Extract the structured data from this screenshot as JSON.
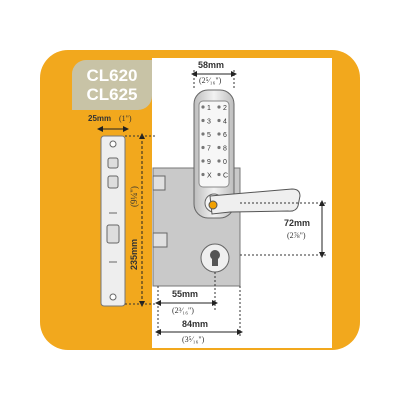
{
  "models": [
    "CL620",
    "CL625"
  ],
  "dimensions": {
    "faceplate_width": {
      "metric": "25mm",
      "imperial": "(1\")"
    },
    "height": {
      "metric": "235mm",
      "imperial": "(9¼\")"
    },
    "keypad_width": {
      "metric": "58mm",
      "imperial": "(2⁵⁄₁₆\")"
    },
    "handle_offset": {
      "metric": "72mm",
      "imperial": "(2⅞\")"
    },
    "backset": {
      "metric": "55mm",
      "imperial": "(2³⁄₁₆\")"
    },
    "case_depth": {
      "metric": "84mm",
      "imperial": "(3⁵⁄₁₆\")"
    }
  },
  "keypad": {
    "left_keys": [
      "1",
      "3",
      "5",
      "7",
      "9",
      "X"
    ],
    "right_keys": [
      "2",
      "4",
      "6",
      "8",
      "0",
      "C"
    ]
  },
  "colors": {
    "card": "#f2a81d",
    "model_tag": "#c8c3a6",
    "lock_body": "#c9c9c9",
    "metal": "#e6e6e6"
  }
}
